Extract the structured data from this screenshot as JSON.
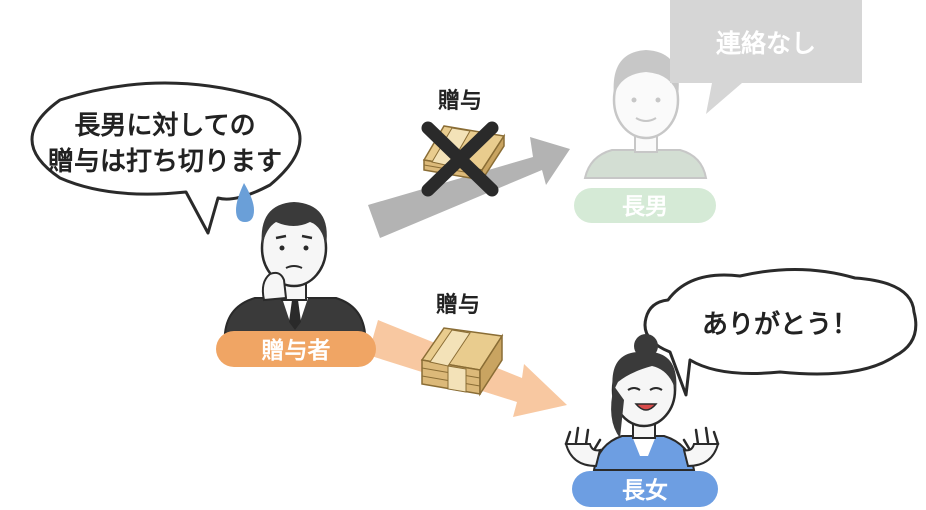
{
  "speech": {
    "giver_line1": "長男に対しての",
    "giver_line2": "贈与は打ち切ります",
    "son": "連絡なし",
    "daughter": "ありがとう！"
  },
  "labels": {
    "gift_top": "贈与",
    "gift_bottom": "贈与"
  },
  "people": {
    "giver": "贈与者",
    "son": "長男",
    "daughter": "長女"
  },
  "colors": {
    "giver_badge": "#f0a564",
    "son_badge": "#d5ead6",
    "daughter_badge": "#6d9ee2",
    "arrow_grey": "#b3b3b3",
    "arrow_peach": "#f8c8a1",
    "son_bubble": "#d6d6d6",
    "cross": "#2a2a2a",
    "money": "#e9cc8e"
  }
}
